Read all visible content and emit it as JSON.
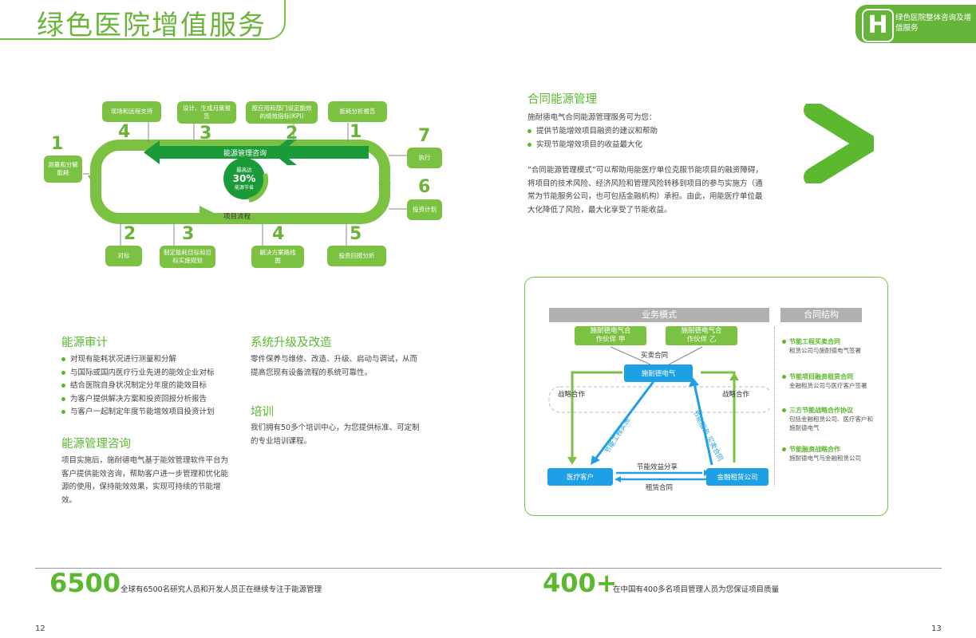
{
  "header": {
    "title": "绿色医院增值服务",
    "badge_letter": "H",
    "badge_text": "绿色医院整体咨询及增值服务"
  },
  "cycle": {
    "top_label": "能源管理咨询",
    "bottom_label": "项目流程",
    "center_line1": "最高达",
    "center_line2": "30%",
    "center_line3": "能源节省",
    "steps_top": [
      {
        "num": "4",
        "label": "现场和远程支持"
      },
      {
        "num": "3",
        "label": "设计、生成月度报告"
      },
      {
        "num": "2",
        "label": "按应用和部门设定能效的绩效指标(KPI)"
      },
      {
        "num": "1",
        "label": "能耗分析报告"
      }
    ],
    "step_left": {
      "num": "1",
      "label": "测量和分解能耗"
    },
    "steps_right": [
      {
        "num": "7",
        "label": "执行"
      },
      {
        "num": "6",
        "label": "投资计划"
      }
    ],
    "steps_bottom": [
      {
        "num": "2",
        "label": "对标"
      },
      {
        "num": "3",
        "label": "制定能耗目标和目标实施规划"
      },
      {
        "num": "4",
        "label": "解决方案路线图"
      },
      {
        "num": "5",
        "label": "投资回报分析"
      }
    ]
  },
  "left_col": {
    "audit": {
      "title": "能源审计",
      "bullets": [
        "对现有能耗状况进行测量和分解",
        "与国际或国内医疗行业先进的能效企业对标",
        "结合医院自身状况制定分年度的能效目标",
        "为客户提供解决方案和投资回报分析报告",
        "与客户一起制定年度节能增效项目投资计划"
      ]
    },
    "consult": {
      "title": "能源管理咨询",
      "body": "项目实施后，施耐德电气基于能效管理软件平台为客户提供能效咨询，帮助客户进一步管理和优化能源的使用，保持能效效果，实现可持续的节能增效。"
    }
  },
  "mid_col": {
    "upgrade": {
      "title": "系统升级及改造",
      "body": "零件保养与维修、改造、升级、启动与调试，从而提高您现有设备流程的系统可靠性。"
    },
    "training": {
      "title": "培训",
      "body": "我们拥有50多个培训中心，为您提供标准、可定制的专业培训课程。"
    }
  },
  "right_col": {
    "contract": {
      "title": "合同能源管理",
      "intro": "施耐德电气合同能源管理服务可为您：",
      "bullets": [
        "提供节能增效项目融资的建议和帮助",
        "实现节能增效项目的收益最大化"
      ],
      "body": "“合同能源管理模式”可以帮助用能医疗单位克服节能项目的融资障碍，将项目的技术风险、经济风险和管理风险转移到项目的参与实施方（通常为节能服务公司，也可包括金融机构）承担。由此，用能医疗单位最大化降低了风险，最大化享受了节能收益。"
    }
  },
  "model": {
    "header_left": "业务模式",
    "header_right": "合同结构",
    "partner_a": "施耐德电气合作伙伴 甲",
    "partner_b": "施耐德电气合作伙伴 乙",
    "buy_sell": "买卖合同",
    "schneider": "施耐德电气",
    "strategic_left": "战略合作",
    "strategic_right": "战略合作",
    "diag_left": "节能工程实施",
    "diag_right": "节能服务 买卖合同",
    "client": "医疗客户",
    "finance": "金融租赁公司",
    "share": "节能效益分享",
    "lease": "租赁合同",
    "structure": [
      {
        "title": "节能工程买卖合同",
        "desc": "租赁公司与施耐德电气签署"
      },
      {
        "title": "节能项目融资租赁合同",
        "desc": "金融租赁公司与医疗客户签署"
      },
      {
        "title": "三方节能战略合作协议",
        "desc": "包括金融租赁公司、医疗客户和施耐德电气"
      },
      {
        "title": "节能融资战略合作",
        "desc": "施耐德电气与金融租赁公司"
      }
    ]
  },
  "stats": [
    {
      "value": "6500",
      "text": "全球有6500名研究人员和开发人员正在继续专注于能源管理"
    },
    {
      "value": "400+",
      "text": "在中国有400多名项目管理人员为您保证项目质量"
    }
  ],
  "pages": {
    "left": "12",
    "right": "13"
  },
  "colors": {
    "green": "#5cb82e",
    "light_green": "#7cc242",
    "blue": "#1ea0e6"
  }
}
